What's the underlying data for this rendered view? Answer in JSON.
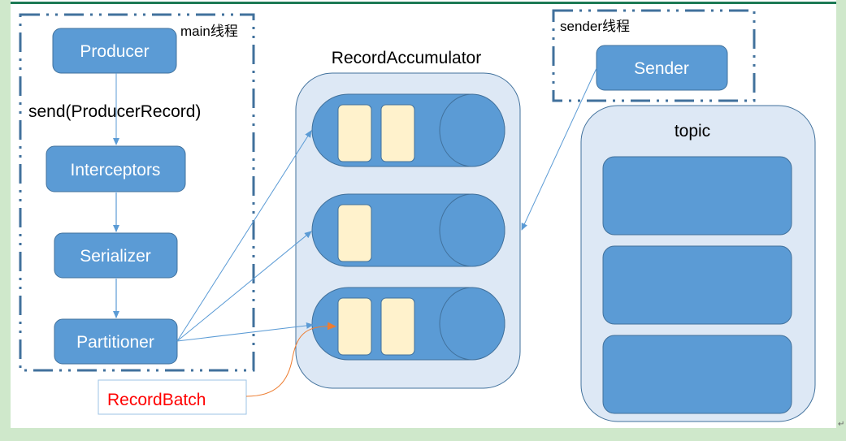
{
  "colors": {
    "box_fill": "#5b9bd5",
    "box_stroke": "#41719c",
    "container_fill": "#dde8f5",
    "batch_fill": "#fff2cc",
    "arrow": "#5b9bd5",
    "orange_arrow": "#ed7d31",
    "red_text": "#ff0000",
    "dash_border": "#41719c",
    "page_bg": "#cfe8cb"
  },
  "main_thread": {
    "label": "main线程",
    "send_label": "send(ProducerRecord)",
    "steps": [
      {
        "id": "producer",
        "label": "Producer"
      },
      {
        "id": "interceptors",
        "label": "Interceptors"
      },
      {
        "id": "serializer",
        "label": "Serializer"
      },
      {
        "id": "partitioner",
        "label": "Partitioner"
      }
    ]
  },
  "accumulator": {
    "title": "RecordAccumulator",
    "queues": [
      {
        "batches": 2
      },
      {
        "batches": 1
      },
      {
        "batches": 2
      }
    ]
  },
  "record_batch_label": "RecordBatch",
  "sender_thread": {
    "label": "sender线程",
    "sender_label": "Sender"
  },
  "topic": {
    "title": "topic",
    "partitions": 3
  },
  "paragraph_mark": "↵"
}
